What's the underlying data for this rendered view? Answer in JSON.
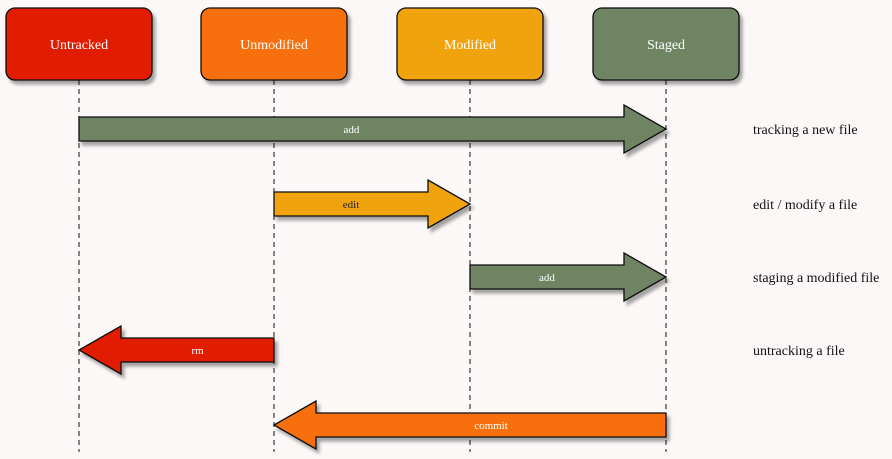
{
  "states": [
    {
      "id": "untracked",
      "label": "Untracked",
      "color": "#e21a06"
    },
    {
      "id": "unmodified",
      "label": "Unmodified",
      "color": "#f7700d"
    },
    {
      "id": "modified",
      "label": "Modified",
      "color": "#f0a30c"
    },
    {
      "id": "staged",
      "label": "Staged",
      "color": "#6e8463"
    }
  ],
  "transitions": [
    {
      "from": "untracked",
      "to": "staged",
      "label": "add",
      "description": "tracking a new file",
      "color": "#6e8463",
      "label_color": "#ffffff"
    },
    {
      "from": "unmodified",
      "to": "modified",
      "label": "edit",
      "description": "edit / modify a file",
      "color": "#f0a30c",
      "label_color": "#222222"
    },
    {
      "from": "modified",
      "to": "staged",
      "label": "add",
      "description": "staging a modified file",
      "color": "#6e8463",
      "label_color": "#ffffff"
    },
    {
      "from": "unmodified",
      "to": "untracked",
      "label": "rm",
      "description": "untracking a file",
      "color": "#e21a06",
      "label_color": "#ffffff"
    },
    {
      "from": "staged",
      "to": "unmodified",
      "label": "commit",
      "description": "",
      "color": "#f7700d",
      "label_color": "#ffffff"
    }
  ]
}
